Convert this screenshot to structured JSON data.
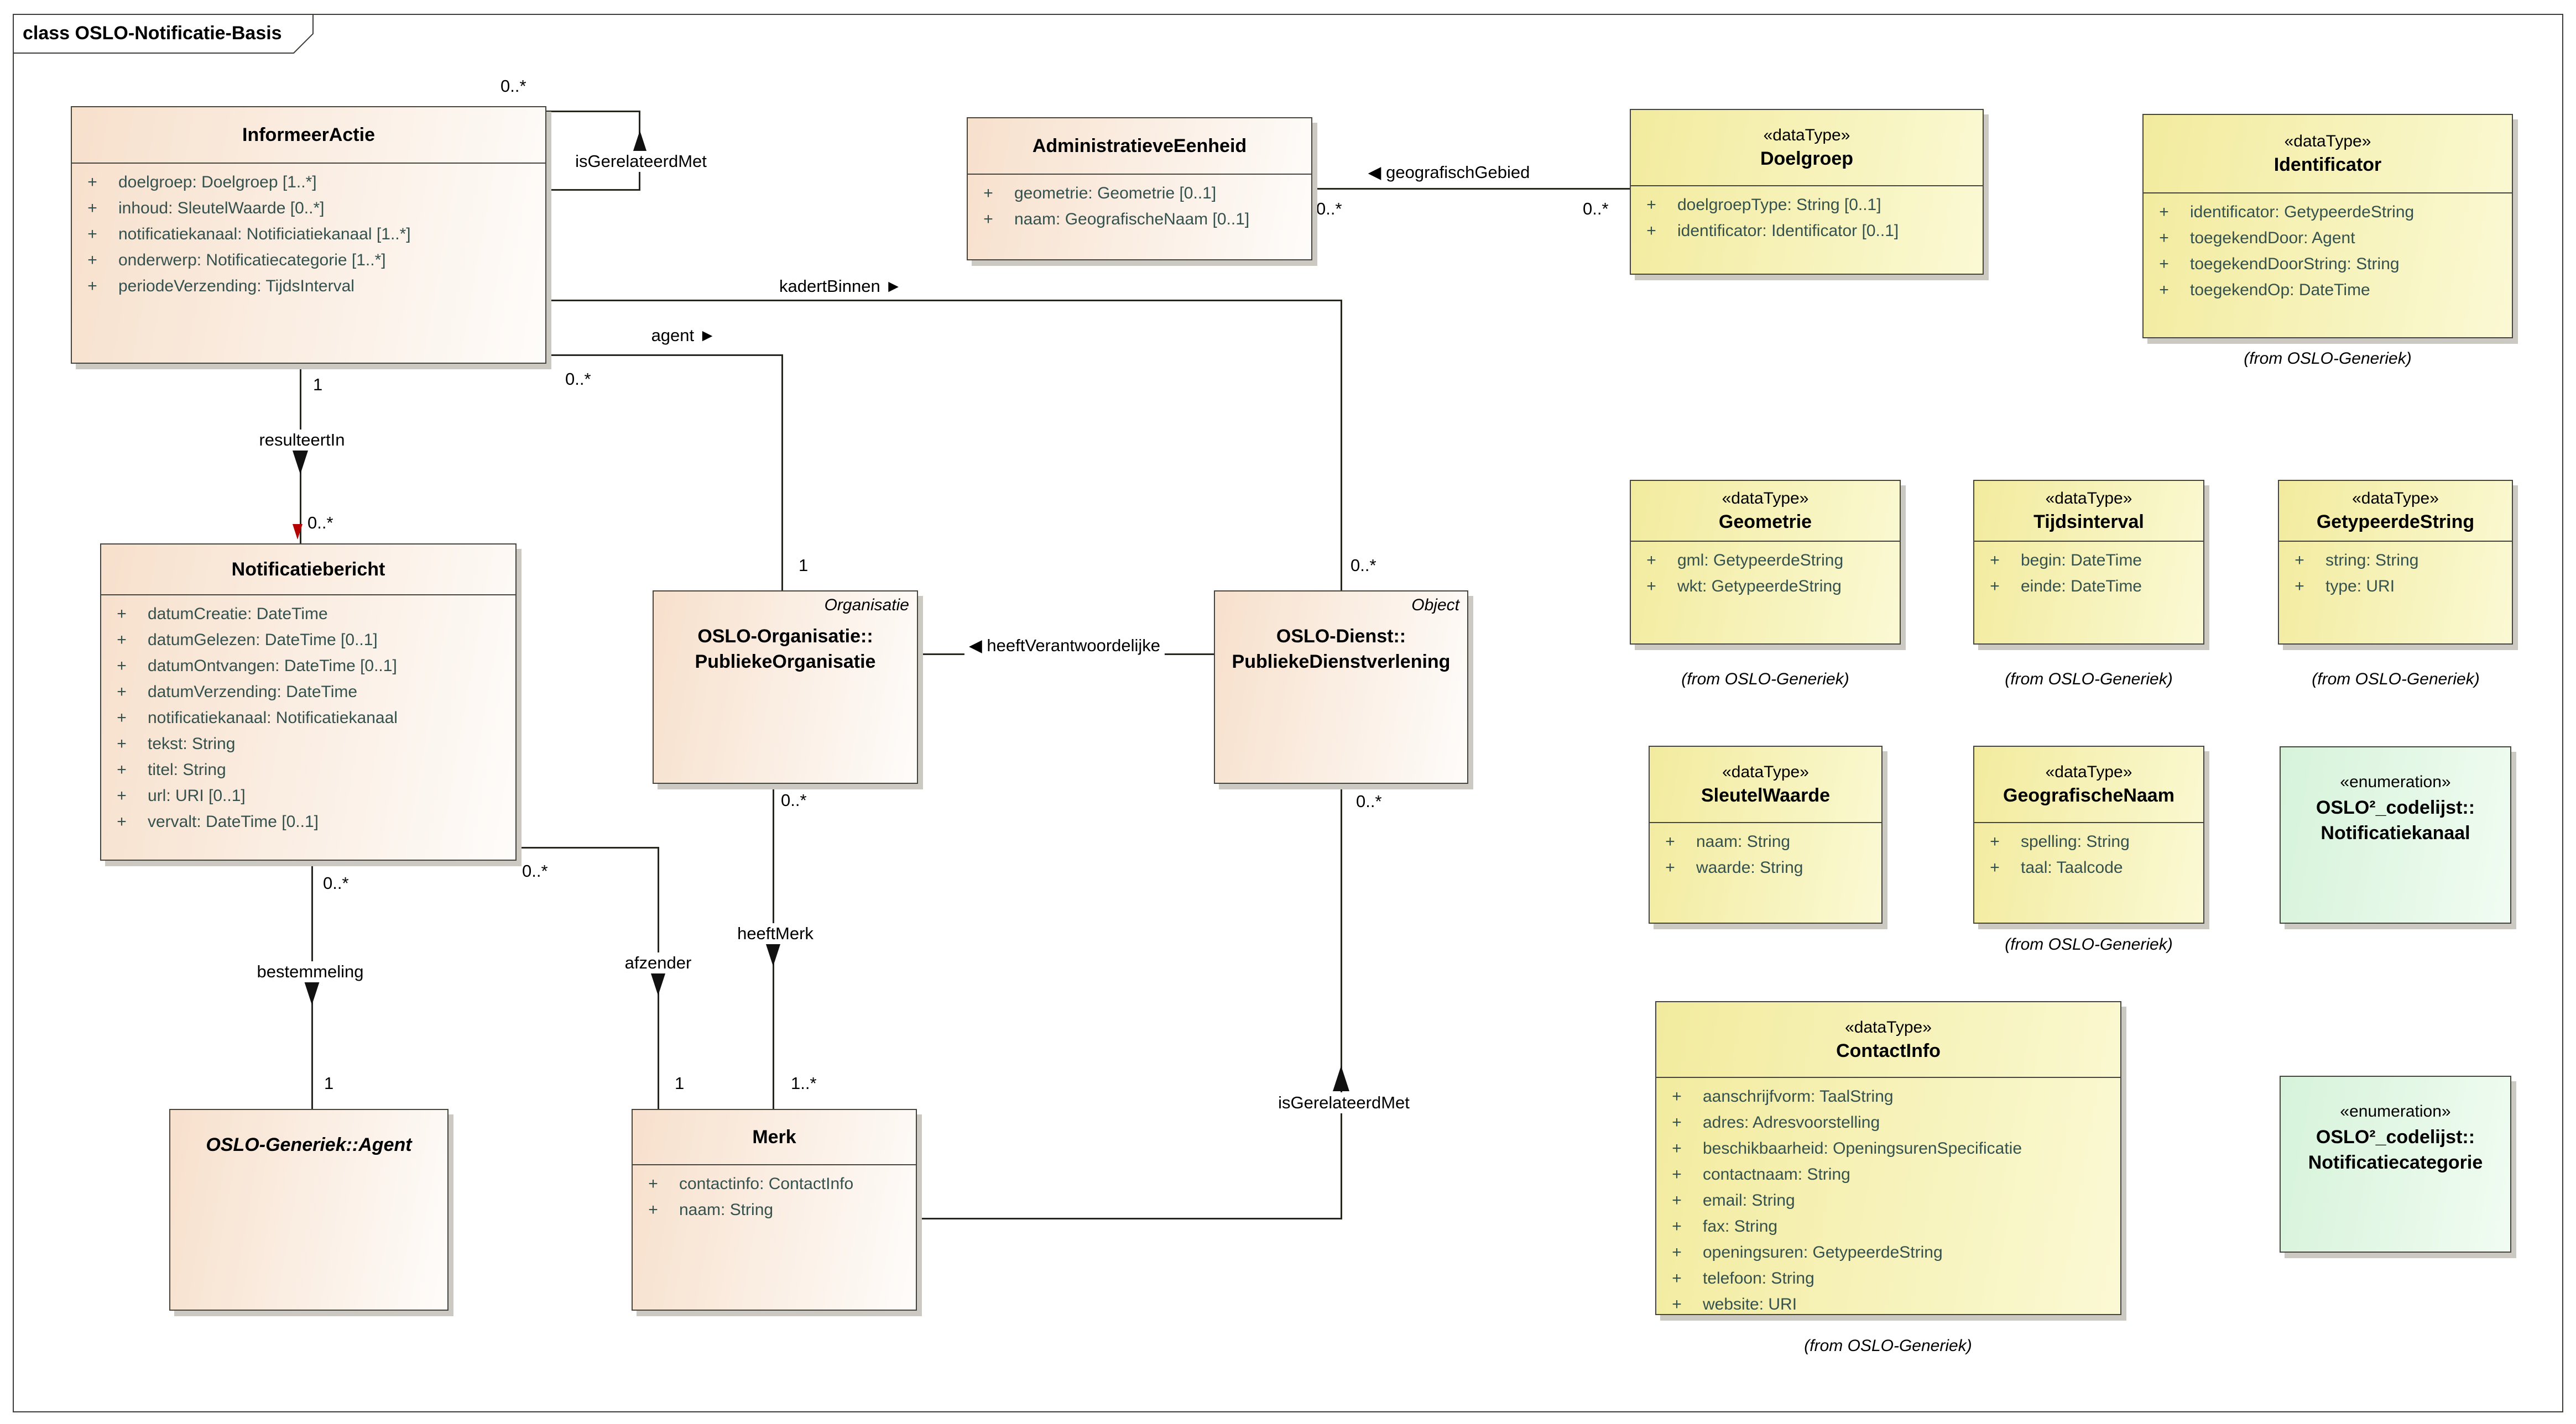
{
  "ui": {
    "visibility_marker": "+"
  },
  "frame": {
    "tab_title": "class OSLO-Notificatie-Basis"
  },
  "colors": {
    "class_fill": "#f7e0cc",
    "datatype_fill": "#f2eb9e",
    "enumeration_fill": "#d6f3da",
    "attribute_text": "#35514e",
    "line": "#26261f",
    "shadow": "#ccc9c2",
    "red_end_marker": "#b40000"
  },
  "classes": {
    "informeerActie": {
      "name": "InformeerActie",
      "attributes": [
        "doelgroep: Doelgroep [1..*]",
        "inhoud: SleutelWaarde [0..*]",
        "notificatiekanaal: Notificiatiekanaal [1..*]",
        "onderwerp: Notificatiecategorie [1..*]",
        "periodeVerzending: TijdsInterval"
      ]
    },
    "administratieveEenheid": {
      "name": "AdministratieveEenheid",
      "attributes": [
        "geometrie: Geometrie [0..1]",
        "naam: GeografischeNaam [0..1]"
      ]
    },
    "doelgroep": {
      "stereotype": "«dataType»",
      "name": "Doelgroep",
      "attributes": [
        "doelgroepType: String [0..1]",
        "identificator: Identificator [0..1]"
      ]
    },
    "identificator": {
      "stereotype": "«dataType»",
      "name": "Identificator",
      "attributes": [
        "identificator: GetypeerdeString",
        "toegekendDoor: Agent",
        "toegekendDoorString: String",
        "toegekendOp: DateTime"
      ],
      "from_note": "(from OSLO-Generiek)"
    },
    "notificatiebericht": {
      "name": "Notificatiebericht",
      "attributes": [
        "datumCreatie: DateTime",
        "datumGelezen: DateTime [0..1]",
        "datumOntvangen: DateTime [0..1]",
        "datumVerzending: DateTime",
        "notificatiekanaal: Notificatiekanaal",
        "tekst: String",
        "titel: String",
        "url: URI [0..1]",
        "vervalt: DateTime [0..1]"
      ]
    },
    "publiekeOrganisatie": {
      "corner": "Organisatie",
      "name_line1": "OSLO-Organisatie::",
      "name_line2": "PubliekeOrganisatie"
    },
    "publiekeDienstverlening": {
      "corner": "Object",
      "name_line1": "OSLO-Dienst::",
      "name_line2": "PubliekeDienstverlening"
    },
    "geometrie": {
      "stereotype": "«dataType»",
      "name": "Geometrie",
      "attributes": [
        "gml: GetypeerdeString",
        "wkt: GetypeerdeString"
      ],
      "from_note": "(from OSLO-Generiek)"
    },
    "tijdsinterval": {
      "stereotype": "«dataType»",
      "name": "Tijdsinterval",
      "attributes": [
        "begin: DateTime",
        "einde: DateTime"
      ],
      "from_note": "(from OSLO-Generiek)"
    },
    "getypeerdeString": {
      "stereotype": "«dataType»",
      "name": "GetypeerdeString",
      "attributes": [
        "string: String",
        "type: URI"
      ],
      "from_note": "(from OSLO-Generiek)"
    },
    "sleutelWaarde": {
      "stereotype": "«dataType»",
      "name": "SleutelWaarde",
      "attributes": [
        "naam: String",
        "waarde: String"
      ]
    },
    "geografischeNaam": {
      "stereotype": "«dataType»",
      "name": "GeografischeNaam",
      "attributes": [
        "spelling: String",
        "taal: Taalcode"
      ],
      "from_note": "(from OSLO-Generiek)"
    },
    "notificatiekanaalEnum": {
      "stereotype": "«enumeration»",
      "name_line1": "OSLO²_codelijst::",
      "name_line2": "Notificatiekanaal"
    },
    "contactInfo": {
      "stereotype": "«dataType»",
      "name": "ContactInfo",
      "attributes": [
        "aanschrijfvorm: TaalString",
        "adres: Adresvoorstelling",
        "beschikbaarheid: OpeningsurenSpecificatie",
        "contactnaam: String",
        "email: String",
        "fax: String",
        "openingsuren: GetypeerdeString",
        "telefoon: String",
        "website: URI"
      ],
      "from_note": "(from OSLO-Generiek)"
    },
    "notificatiecategorieEnum": {
      "stereotype": "«enumeration»",
      "name_line1": "OSLO²_codelijst::",
      "name_line2": "Notificatiecategorie"
    },
    "agent": {
      "name": "OSLO-Generiek::Agent"
    },
    "merk": {
      "name": "Merk",
      "attributes": [
        "contactinfo: ContactInfo",
        "naam: String"
      ]
    }
  },
  "associations": {
    "isGerelateerdMetSelf": {
      "label": "isGerelateerdMet",
      "mult_target": "0..*"
    },
    "kadertBinnen": {
      "label": "kadertBinnen  ►",
      "mult_target": "0..*"
    },
    "agent": {
      "label": "agent  ►",
      "mult_source": "0..*",
      "mult_target": "1"
    },
    "resulteertIn": {
      "label": "resulteertIn",
      "mult_source": "1",
      "mult_target": "0..*"
    },
    "geografischGebied": {
      "label": "◀  geografischGebied",
      "mult_left": "0..*",
      "mult_right": "0..*"
    },
    "heeftVerantwoordelijke": {
      "label": "◀  heeftVerantwoordelijke"
    },
    "heeftMerk": {
      "label": "heeftMerk",
      "mult_source": "0..*",
      "mult_target": "1..*"
    },
    "bestemmeling": {
      "label": "bestemmeling",
      "mult_source": "0..*",
      "mult_target": "1"
    },
    "afzender": {
      "label": "afzender",
      "mult_source": "0..*",
      "mult_target": "1"
    },
    "isGerelateerdMetMerk": {
      "label": "isGerelateerdMet",
      "mult_target": "0..*"
    }
  }
}
